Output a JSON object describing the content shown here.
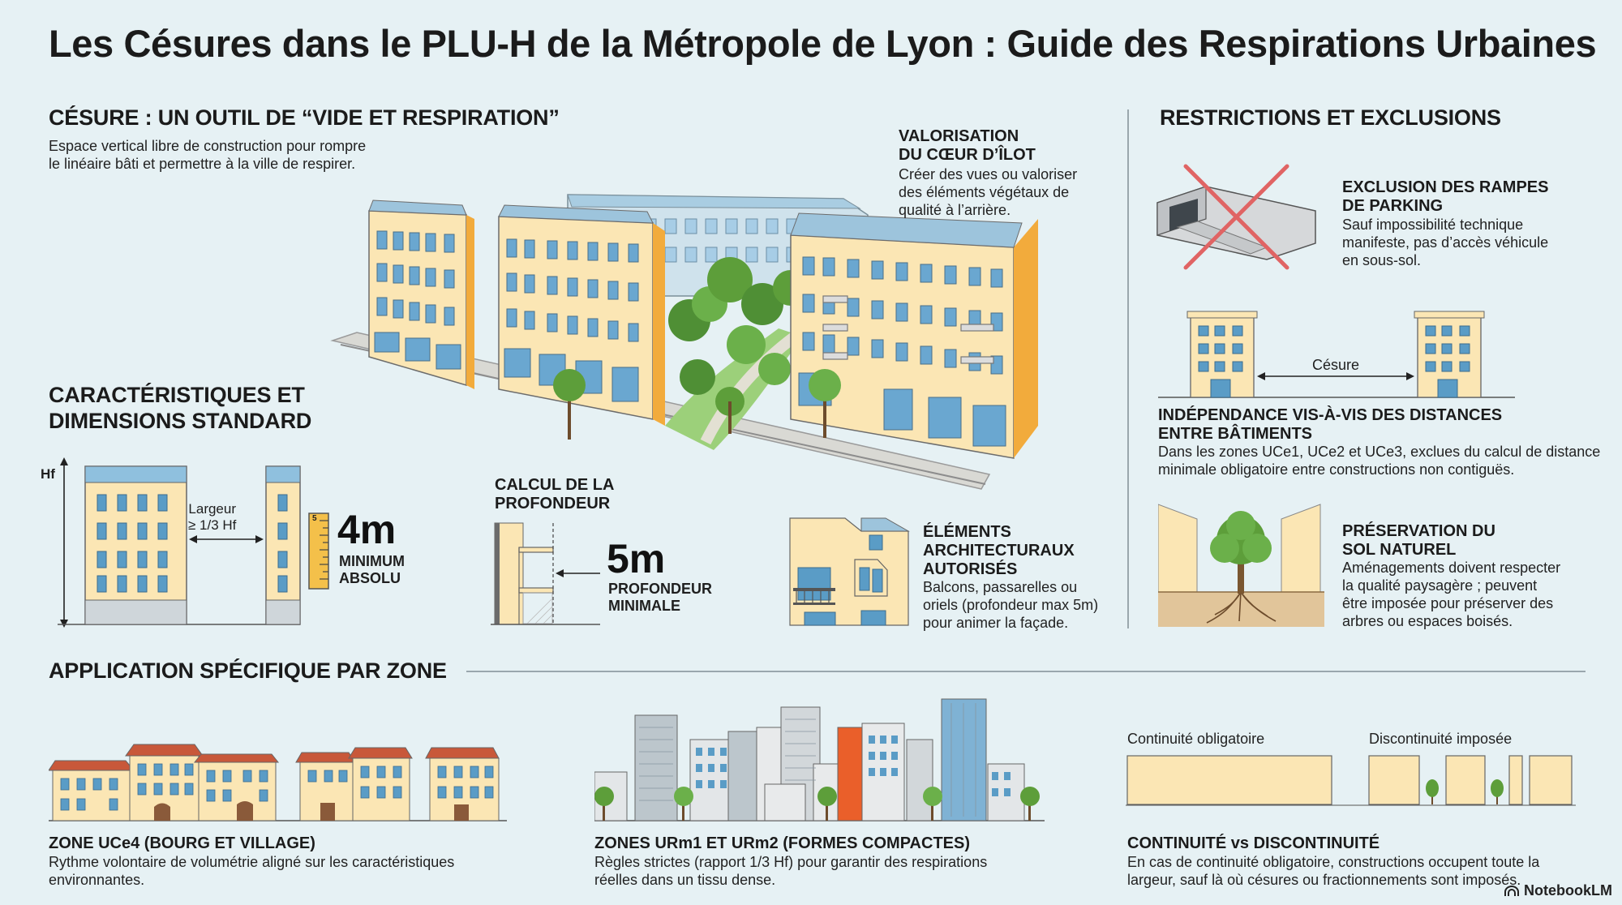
{
  "title": "Les Césures dans le PLU-H de la Métropole de Lyon : Guide des Respirations Urbaines",
  "cesure": {
    "heading": "CÉSURE : UN OUTIL DE “VIDE ET RESPIRATION”",
    "desc_line1": "Espace vertical libre de construction pour rompre",
    "desc_line2": "le linéaire bâti et permettre à la ville de respirer."
  },
  "valorisation": {
    "heading_line1": "VALORISATION",
    "heading_line2": "DU CŒUR D’ÎLOT",
    "body_line1": "Créer des vues ou valoriser",
    "body_line2": "des éléments végétaux de",
    "body_line3": "qualité à l’arrière."
  },
  "caracteristiques": {
    "heading_line1": "CARACTÉRISTIQUES ET",
    "heading_line2": "DIMENSIONS STANDARD",
    "hf_label": "Hf",
    "largeur_line1": "Largeur",
    "largeur_line2": "≥ 1/3 Hf",
    "ruler_mark": "5",
    "value": "4m",
    "value_label_line1": "MINIMUM",
    "value_label_line2": "ABSOLU"
  },
  "profondeur": {
    "heading_line1": "CALCUL DE LA",
    "heading_line2": "PROFONDEUR",
    "value": "5m",
    "value_label_line1": "PROFONDEUR",
    "value_label_line2": "MINIMALE"
  },
  "elements": {
    "heading_line1": "ÉLÉMENTS",
    "heading_line2": "ARCHITECTURAUX",
    "heading_line3": "AUTORISÉS",
    "body_line1": "Balcons, passarelles ou",
    "body_line2": "oriels (profondeur max 5m)",
    "body_line3": "pour animer la façade."
  },
  "restrictions": {
    "heading": "RESTRICTIONS ET EXCLUSIONS",
    "parking": {
      "heading_line1": "EXCLUSION DES RAMPES",
      "heading_line2": "DE PARKING",
      "body_line1": "Sauf impossibilité technique",
      "body_line2": "manifeste, pas d’accès véhicule",
      "body_line3": "en sous-sol."
    },
    "cesure_label": "Césure",
    "independance": {
      "heading_line1": "INDÉPENDANCE VIS-À-VIS DES DISTANCES",
      "heading_line2": "ENTRE BÂTIMENTS",
      "body_line1": "Dans les zones UCe1, UCe2 et UCe3, exclues du calcul de distance",
      "body_line2": "minimale obligatoire entre constructions non contiguës."
    },
    "sol": {
      "heading_line1": "PRÉSERVATION DU",
      "heading_line2": "SOL NATUREL",
      "body_line1": "Aménagements doivent respecter",
      "body_line2": "la qualité paysagère ; peuvent",
      "body_line3": "être imposée pour préserver des",
      "body_line4": "arbres ou espaces boisés."
    }
  },
  "application": {
    "heading": "APPLICATION SPÉCIFIQUE PAR ZONE",
    "uce4": {
      "heading": "ZONE UCe4 (BOURG ET VILLAGE)",
      "body_line1": "Rythme volontaire de volumétrie aligné sur les caractéristiques",
      "body_line2": "environnantes."
    },
    "urm": {
      "heading": "ZONES URm1 ET URm2 (FORMES COMPACTES)",
      "body_line1": "Règles strictes (rapport 1/3 Hf) pour garantir des respirations",
      "body_line2": "réelles dans un tissu dense."
    },
    "continuite": {
      "label_left": "Continuité obligatoire",
      "label_right": "Discontinuité imposée",
      "heading": "CONTINUITÉ vs DISCONTINUITÉ",
      "body_line1": "En cas de continuité obligatoire, constructions occupent toute la",
      "body_line2": "largeur, sauf là où césures ou fractionnements sont imposés."
    }
  },
  "footer": {
    "brand": "NotebookLM"
  },
  "colors": {
    "background": "#e6f1f4",
    "facade": "#fbe6b4",
    "facade_side": "#f2ab3c",
    "roof": "#9dc4dc",
    "window": "#5a9cc6",
    "tree": "#5d9e3a",
    "cross": "#e06464",
    "red_building": "#ea5f2a"
  }
}
